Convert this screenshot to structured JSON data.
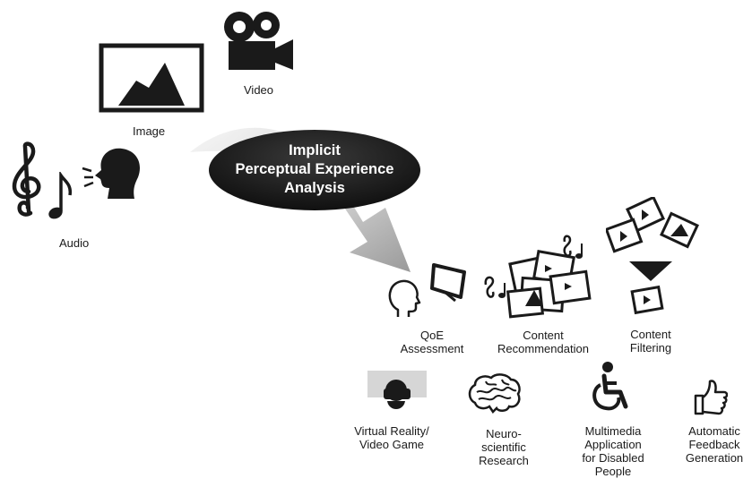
{
  "media_sources": {
    "audio": "Audio",
    "image": "Image",
    "video": "Video"
  },
  "central_node": {
    "line1": "Implicit",
    "line2": "Perceptual Experience",
    "line3": "Analysis"
  },
  "applications_top": {
    "qoe": [
      "QoE",
      "Assessment"
    ],
    "recommendation": [
      "Content",
      "Recommendation"
    ],
    "filtering": [
      "Content",
      "Filtering"
    ]
  },
  "applications_bottom": {
    "vr": [
      "Virtual Reality/",
      "Video Game"
    ],
    "neuro": [
      "Neuro-",
      "scientific",
      "Research"
    ],
    "disabled": [
      "Multimedia",
      "Application",
      "for Disabled",
      "People"
    ],
    "feedback": [
      "Automatic",
      "Feedback",
      "Generation"
    ]
  },
  "icons": [
    "treble-clef-icon",
    "music-note-icon",
    "speaking-head-icon",
    "image-frame-icon",
    "video-camera-icon",
    "head-outline-icon",
    "monitor-icon",
    "media-collage-icon",
    "film-frames-icon",
    "funnel-icon",
    "vr-headset-icon",
    "brain-icon",
    "wheelchair-icon",
    "thumbs-up-icon"
  ],
  "colors": {
    "ellipse": "#111111",
    "arrow_light": "#f4f4f4",
    "arrow_dark": "#9a9a9a",
    "icon": "#1a1a1a"
  }
}
